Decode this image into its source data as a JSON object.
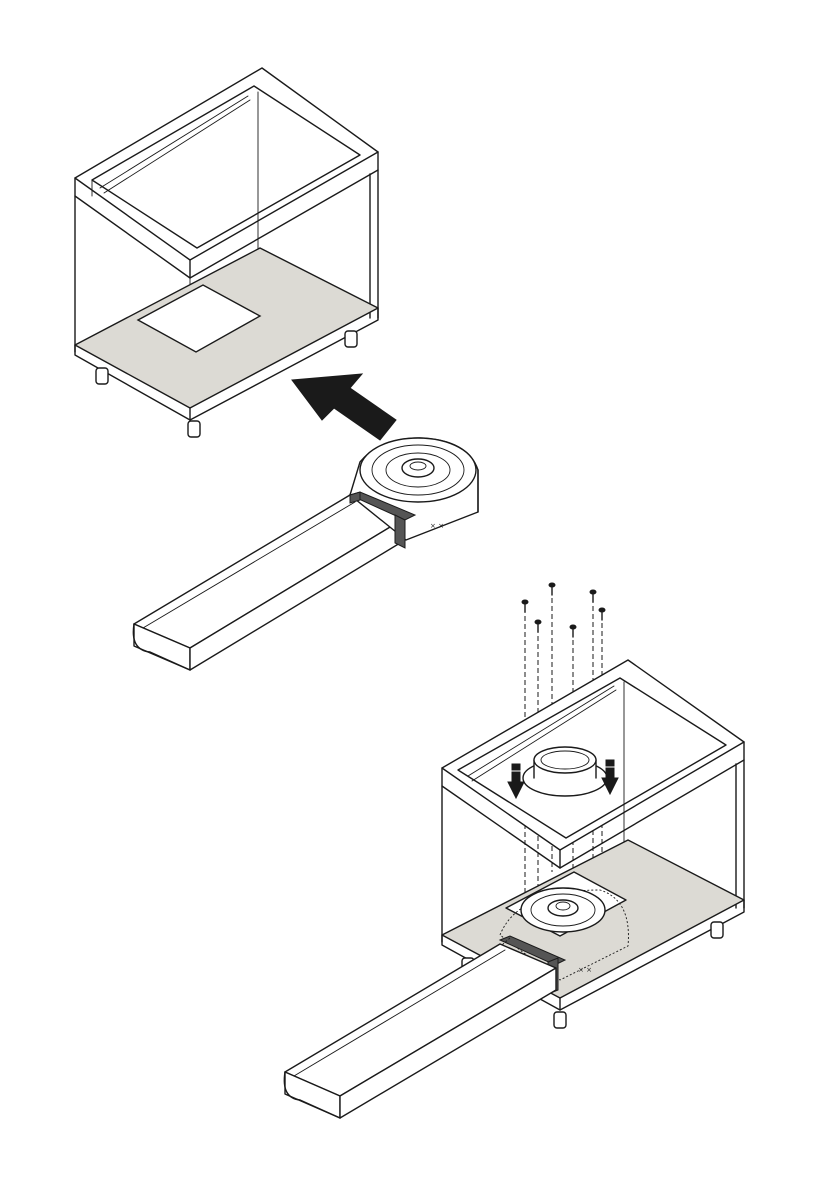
{
  "figure": {
    "colors": {
      "line": "#1a1a1a",
      "floor_panel": "#dcdad4",
      "band": "#555555",
      "arrow": "#1a1a1a",
      "background": "#ffffff"
    },
    "steps": [
      {
        "id": "step-1",
        "parts": [
          "cabinet-frame",
          "floor-panel-with-opening",
          "blower-motor-with-duct",
          "insert-arrow-icon"
        ]
      },
      {
        "id": "step-2",
        "parts": [
          "cabinet-frame",
          "mounting-collar",
          "screws",
          "blower-motor-mounted",
          "down-arrow-icons"
        ]
      }
    ],
    "screw_count": 6
  }
}
